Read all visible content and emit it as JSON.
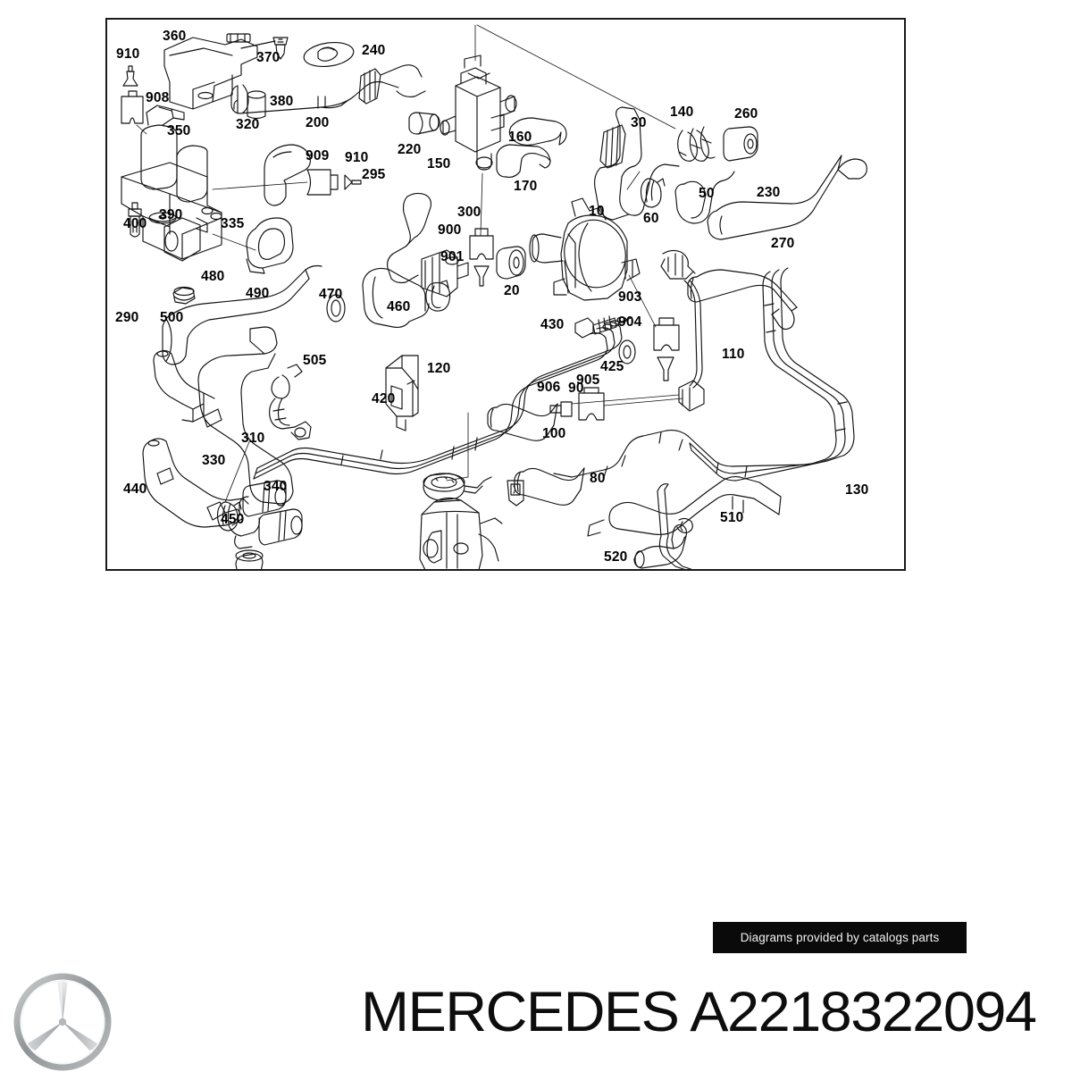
{
  "footer": {
    "brand": "MERCEDES",
    "part_number": "A2218322094",
    "title": "MERCEDES A2218322094",
    "logo_icon": "mercedes-star-logo-icon"
  },
  "watermark": {
    "text": "Diagrams provided by catalogs parts",
    "background_color": "#0a0a0a",
    "text_color": "#f2f2f2"
  },
  "diagram": {
    "type": "exploded-parts-diagram",
    "subject": "coolant hoses and auxiliary water pump assembly",
    "line_color": "#111111",
    "background_color": "#ffffff",
    "border_color": "#1a1a1a",
    "callouts": [
      {
        "label": "910",
        "part": "nozzle"
      },
      {
        "label": "360",
        "part": "bracket"
      },
      {
        "label": "370",
        "part": "screw"
      },
      {
        "label": "240",
        "part": "grommet"
      },
      {
        "label": "908",
        "part": "connector"
      },
      {
        "label": "380",
        "part": "sleeve"
      },
      {
        "label": "350",
        "part": "circulation-pump-assembly"
      },
      {
        "label": "320",
        "part": "hose"
      },
      {
        "label": "200",
        "part": "hose"
      },
      {
        "label": "220",
        "part": "sleeve"
      },
      {
        "label": "909",
        "part": "connector"
      },
      {
        "label": "910",
        "part": "nozzle"
      },
      {
        "label": "150",
        "part": "valve-unit"
      },
      {
        "label": "160",
        "part": "hose"
      },
      {
        "label": "170",
        "part": "hose"
      },
      {
        "label": "30",
        "part": "hose-with-clamp"
      },
      {
        "label": "140",
        "part": "spring-clip"
      },
      {
        "label": "260",
        "part": "sleeve"
      },
      {
        "label": "50",
        "part": "hose"
      },
      {
        "label": "230",
        "part": "hose"
      },
      {
        "label": "295",
        "part": "hose"
      },
      {
        "label": "400",
        "part": "drain-plug"
      },
      {
        "label": "390",
        "part": "washer"
      },
      {
        "label": "335",
        "part": "hose-loop"
      },
      {
        "label": "300",
        "part": "clamp"
      },
      {
        "label": "900",
        "part": "connector"
      },
      {
        "label": "901",
        "part": "pin"
      },
      {
        "label": "10",
        "part": "auxiliary-water-pump"
      },
      {
        "label": "60",
        "part": "clamp"
      },
      {
        "label": "480",
        "part": "nut"
      },
      {
        "label": "490",
        "part": "hose"
      },
      {
        "label": "470",
        "part": "seal-ring"
      },
      {
        "label": "460",
        "part": "pipe-connector"
      },
      {
        "label": "20",
        "part": "grommet"
      },
      {
        "label": "270",
        "part": "hose"
      },
      {
        "label": "903",
        "part": "connector"
      },
      {
        "label": "904",
        "part": "pin"
      },
      {
        "label": "110",
        "part": "sensor-cable"
      },
      {
        "label": "290",
        "part": "hose"
      },
      {
        "label": "500",
        "part": "hose"
      },
      {
        "label": "430",
        "part": "bolt"
      },
      {
        "label": "425",
        "part": "seal"
      },
      {
        "label": "505",
        "part": "hose-clip-bundle"
      },
      {
        "label": "120",
        "part": "bracket"
      },
      {
        "label": "906",
        "part": "pin"
      },
      {
        "label": "905",
        "part": "connector"
      },
      {
        "label": "420",
        "part": "coolant-pipe-assembly"
      },
      {
        "label": "90",
        "part": "hose"
      },
      {
        "label": "100",
        "part": "clip"
      },
      {
        "label": "310",
        "part": "sleeve"
      },
      {
        "label": "330",
        "part": "clamp"
      },
      {
        "label": "340",
        "part": "sleeve"
      },
      {
        "label": "80",
        "part": "hose"
      },
      {
        "label": "440",
        "part": "hose-assembly"
      },
      {
        "label": "450",
        "part": "plug"
      },
      {
        "label": "130",
        "part": "coolant-pipe-assembly"
      },
      {
        "label": "510",
        "part": "pipe-assembly"
      },
      {
        "label": "520",
        "part": "elbow-hose"
      }
    ]
  }
}
